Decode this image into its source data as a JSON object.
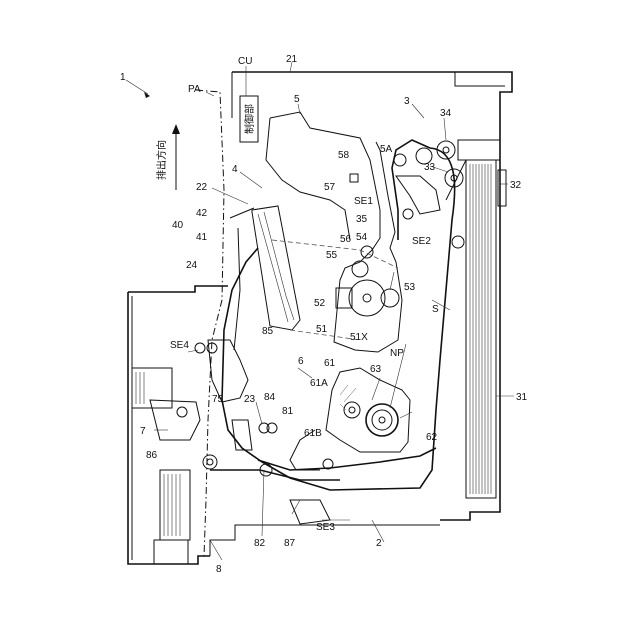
{
  "figure": {
    "labels": {
      "l1": "1",
      "l2": "2",
      "l3": "3",
      "l4": "4",
      "l5": "5",
      "l5A": "5A",
      "l6": "6",
      "l7": "7",
      "l8": "8",
      "l21": "21",
      "l22": "22",
      "l23": "23",
      "l24": "24",
      "l31": "31",
      "l32": "32",
      "l33": "33",
      "l34": "34",
      "l35": "35",
      "l40": "40",
      "l41": "41",
      "l42": "42",
      "l51": "51",
      "l51X": "51X",
      "l52": "52",
      "l53": "53",
      "l54": "54",
      "l55": "55",
      "l56": "56",
      "l57": "57",
      "l58": "58",
      "l61": "61",
      "l61A": "61A",
      "l61B": "61B",
      "l62": "62",
      "l63": "63",
      "l75": "75",
      "l81": "81",
      "l82": "82",
      "l84": "84",
      "l85": "85",
      "l86": "86",
      "l87": "87",
      "lCU": "CU",
      "lPA": "PA",
      "lS": "S",
      "lNP": "NP",
      "lSE1": "SE1",
      "lSE2": "SE2",
      "lSE3": "SE3",
      "lSE4": "SE4"
    },
    "japanese": {
      "control_unit": "制御部",
      "discharge_direction": "排出方向"
    }
  }
}
